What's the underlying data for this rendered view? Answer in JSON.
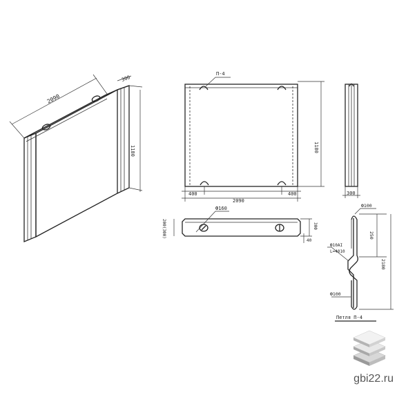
{
  "iso": {
    "length": "2090",
    "height": "1180",
    "thickness": "300"
  },
  "front": {
    "label": "П-4",
    "height": "1180",
    "left": "400",
    "width": "2090",
    "right": "400"
  },
  "side": {
    "thickness": "300"
  },
  "top": {
    "hole": "Ф160",
    "left": "200(300)",
    "right": "300",
    "bottom": "40"
  },
  "loop": {
    "dia_top": "Ф100",
    "d1": "250",
    "length": "2180",
    "rebar": "Ф10АI",
    "spec": "L=4010",
    "dia_bot": "Ф100",
    "title": "Петля П-4"
  },
  "watermark": {
    "site": "gbi22.ru",
    "icon": "stack-icon"
  }
}
